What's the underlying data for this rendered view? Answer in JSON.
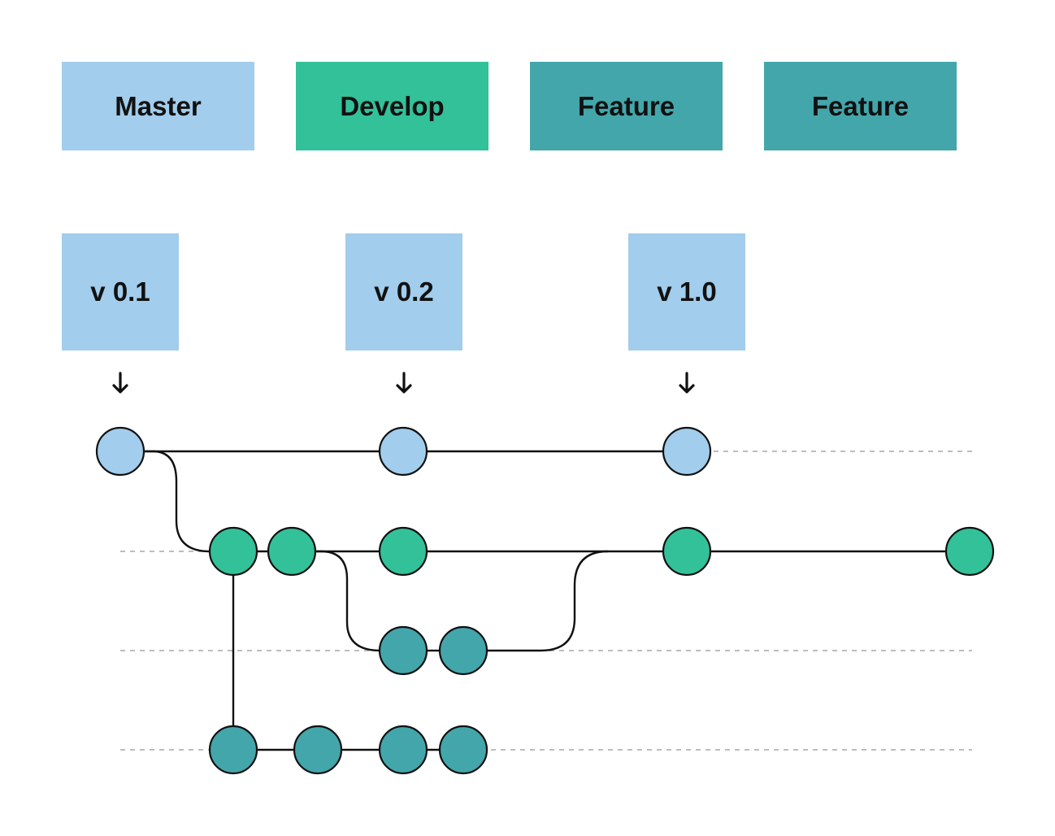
{
  "colors": {
    "master": "#a2cdec",
    "develop": "#33c199",
    "feature": "#43a6ab",
    "line": "#111111",
    "lane_dash": "#bdbdbd"
  },
  "legend": [
    {
      "label": "Master",
      "color_key": "master"
    },
    {
      "label": "Develop",
      "color_key": "develop"
    },
    {
      "label": "Feature",
      "color_key": "feature"
    },
    {
      "label": "Feature",
      "color_key": "feature"
    }
  ],
  "tags": [
    {
      "label": "v 0.1"
    },
    {
      "label": "v 0.2"
    },
    {
      "label": "v 1.0"
    }
  ],
  "branches": {
    "master": {
      "commits": 3
    },
    "develop": {
      "commits": 5
    },
    "feature_1": {
      "commits": 2
    },
    "feature_2": {
      "commits": 4
    }
  }
}
